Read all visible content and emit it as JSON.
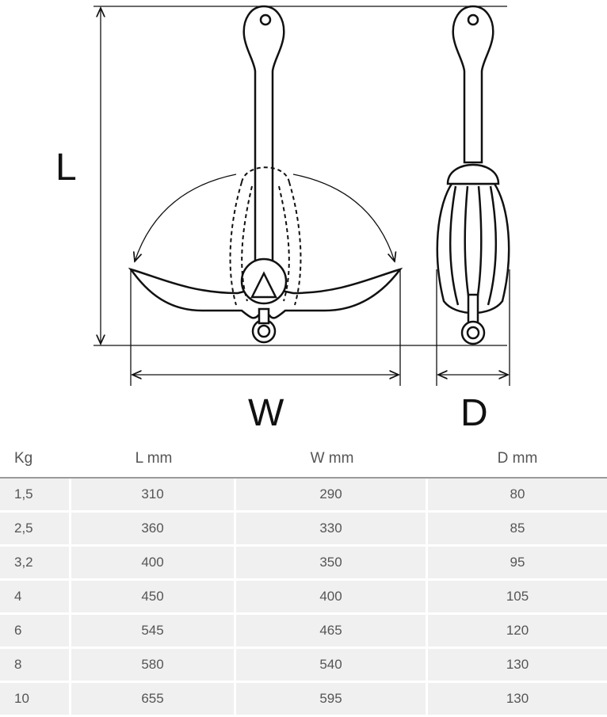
{
  "diagram": {
    "labels": {
      "length": "L",
      "width": "W",
      "depth": "D"
    }
  },
  "table": {
    "headers": [
      "Kg",
      "L mm",
      "W mm",
      "D mm"
    ],
    "rows": [
      [
        "1,5",
        "310",
        "290",
        "80"
      ],
      [
        "2,5",
        "360",
        "330",
        "85"
      ],
      [
        "3,2",
        "400",
        "350",
        "95"
      ],
      [
        "4",
        "450",
        "400",
        "105"
      ],
      [
        "6",
        "545",
        "465",
        "120"
      ],
      [
        "8",
        "580",
        "540",
        "130"
      ],
      [
        "10",
        "655",
        "595",
        "130"
      ]
    ]
  }
}
